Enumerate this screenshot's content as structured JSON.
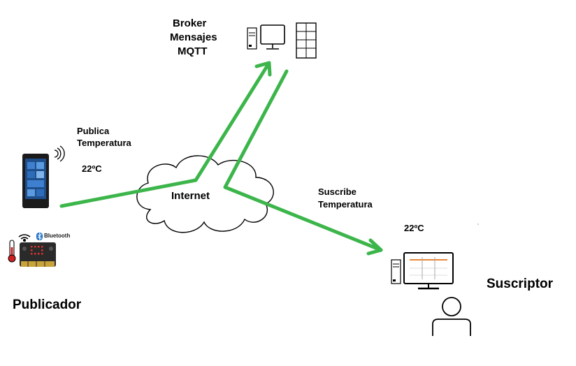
{
  "broker": {
    "line1": "Broker",
    "line2": "Mensajes",
    "line3": "MQTT"
  },
  "publish": {
    "line1": "Publica",
    "line2": "Temperatura",
    "temp": "22ºC"
  },
  "subscribe": {
    "line1": "Suscribe",
    "line2": "Temperatura",
    "temp": "22ºC"
  },
  "cloud_label": "Internet",
  "publisher_label": "Publicador",
  "subscriber_label": "Suscriptor",
  "bluetooth_label": "Bluetooth",
  "colors": {
    "arrow": "#3cb54a",
    "accent": "#e8883a",
    "bluetooth": "#1a6fc9",
    "thermo": "#d22020"
  },
  "icons": [
    "server-icon",
    "monitor-icon",
    "server-rack-icon",
    "smartphone-icon",
    "wifi-icon",
    "bluetooth-icon",
    "thermometer-icon",
    "microbit-icon",
    "computer-icon",
    "user-icon",
    "cloud-icon"
  ]
}
